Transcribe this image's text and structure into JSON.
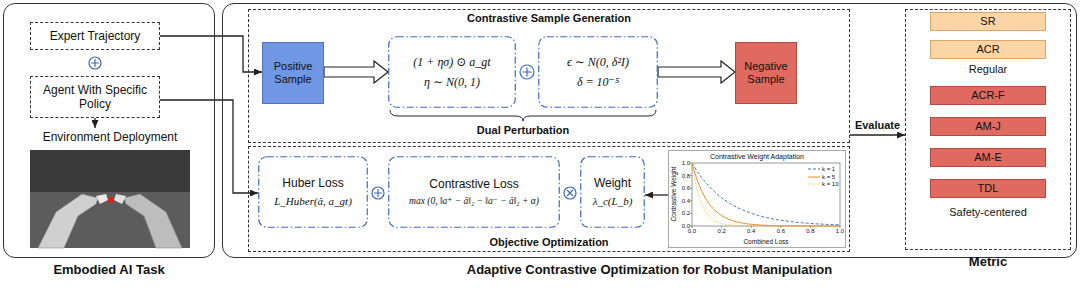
{
  "diagram": {
    "nodes": [
      {
        "text": [
          "Embodied AI Task"
        ]
      },
      {
        "text": [
          "Expert Trajectory"
        ],
        "in": 0
      },
      {
        "text": [
          "Agent With Specific Policy"
        ],
        "in": 0
      },
      {
        "text": [
          "Environment Deployment"
        ],
        "in": 0
      },
      {
        "text": [
          "Adaptive Contrastive Optimization for Robust Manipulation"
        ]
      },
      {
        "text": [
          "Contrastive Sample Generation"
        ],
        "in": 4
      },
      {
        "text": [
          "Positive Sample"
        ],
        "in": 5
      },
      {
        "text": [
          "(1 + ησ) ⊙ a_gt",
          "η ∼ N(0, 1)"
        ],
        "in": 5
      },
      {
        "text": [
          "ϵ ∼ N(0, δ²I)",
          "δ = 10⁻⁵"
        ],
        "in": 5
      },
      {
        "text": [
          "Negative Sample"
        ],
        "in": 5
      },
      {
        "text": [
          "Objective Optimization"
        ],
        "in": 4
      },
      {
        "text": [
          "Huber Loss",
          "L_Huber(â, a_gt)"
        ],
        "in": 10
      },
      {
        "text": [
          "Contrastive Loss",
          "max (0, ‖a⁺ − â‖₂ − ‖a⁻ − â‖₂ + α)"
        ],
        "in": 10
      },
      {
        "text": [
          "Weight",
          "λ_c(L_b)"
        ],
        "in": 10
      },
      {
        "text": [
          "Contrastive Weight Adaptation"
        ],
        "in": 10
      },
      {
        "text": [
          "Metric"
        ],
        "in": 4
      },
      {
        "text": [
          "SR"
        ],
        "in": 15
      },
      {
        "text": [
          "ACR"
        ],
        "in": 15
      },
      {
        "text": [
          "ACR-F"
        ],
        "in": 15
      },
      {
        "text": [
          "AM-J"
        ],
        "in": 15
      },
      {
        "text": [
          "AM-E"
        ],
        "in": 15
      },
      {
        "text": [
          "TDL"
        ],
        "in": 15
      }
    ],
    "edges": [
      {
        "from": 1,
        "to": 6,
        "arrow": "to"
      },
      {
        "from": 2,
        "to": 11,
        "arrow": "to"
      },
      {
        "from": 2,
        "to": 3,
        "arrow": "to"
      },
      {
        "from": 6,
        "to": 7,
        "arrow": "to"
      },
      {
        "from": 8,
        "to": 9,
        "arrow": "to"
      },
      {
        "from": 14,
        "to": 13,
        "arrow": "to"
      },
      {
        "from": 5,
        "to": 15,
        "arrow": "to",
        "label": "Evaluate"
      }
    ],
    "labels": [
      "Dual Perturbation",
      "Regular",
      "Safety-centered",
      "0.0",
      "0.2",
      "0.4",
      "0.6",
      "0.8",
      "1.0",
      "0.0",
      "0.2",
      "0.4",
      "0.6",
      "0.8",
      "1.0",
      "Combined Loss",
      "Contrastive Weight"
    ],
    "legend": [
      {
        "text": "k = 1"
      },
      {
        "text": "k = 5"
      },
      {
        "text": "k = 10"
      }
    ]
  }
}
